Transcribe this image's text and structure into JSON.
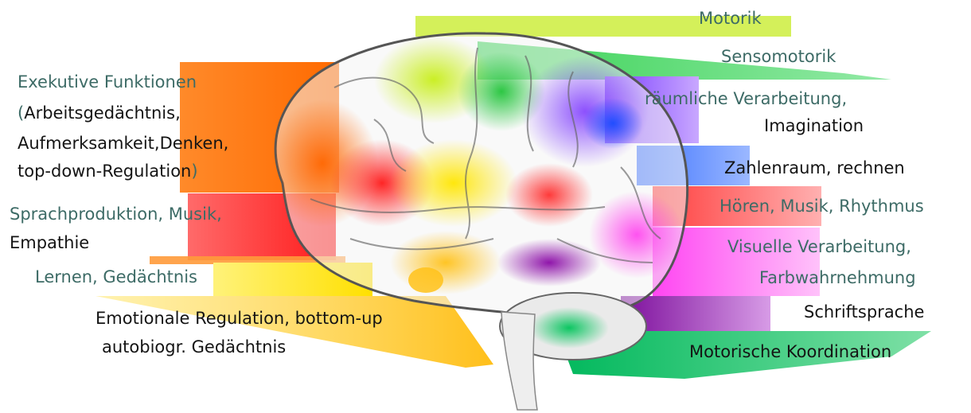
{
  "colors": {
    "teal_text": "#3d6b66",
    "dark_text": "#141414",
    "orange": "#ff7a1a",
    "red": "#ff2a2a",
    "yellow": "#ffe600",
    "yellow_green": "#c6ec22",
    "green": "#2fc93a",
    "blue_violet": "#5b2cff",
    "blue": "#5a86ff",
    "magenta": "#ff5df5",
    "purple": "#8a1aa6",
    "emerald": "#00c468"
  },
  "labels": {
    "motorik": "Motorik",
    "sensomotorik": "Sensomotorik",
    "raeumlich": "räumliche Verarbeitung,",
    "imagination": "Imagination",
    "zahlenraum": "Zahlenraum, rechnen",
    "hoeren": "Hören, Musik, Rhythmus",
    "visuell": "Visuelle Verarbeitung,",
    "farb": "Farbwahrnehmung",
    "schrift": "Schriftsprache",
    "motorische_koordination": "Motorische Koordination",
    "exekutive_title": "Exekutive Funktionen",
    "exekutive_open": "(",
    "exekutive_1": "Arbeitsgedächtnis,",
    "exekutive_2": "Aufmerksamkeit,Denken,",
    "exekutive_3": "top-down-Regulation",
    "exekutive_close": ")",
    "sprach": "Sprachproduktion, Musik,",
    "empathie": "Empathie",
    "lernen": "Lernen, Gedächtnis",
    "emotional_1": "Emotionale Regulation, bottom-up",
    "emotional_2": "autobiogr. Gedächtnis"
  }
}
